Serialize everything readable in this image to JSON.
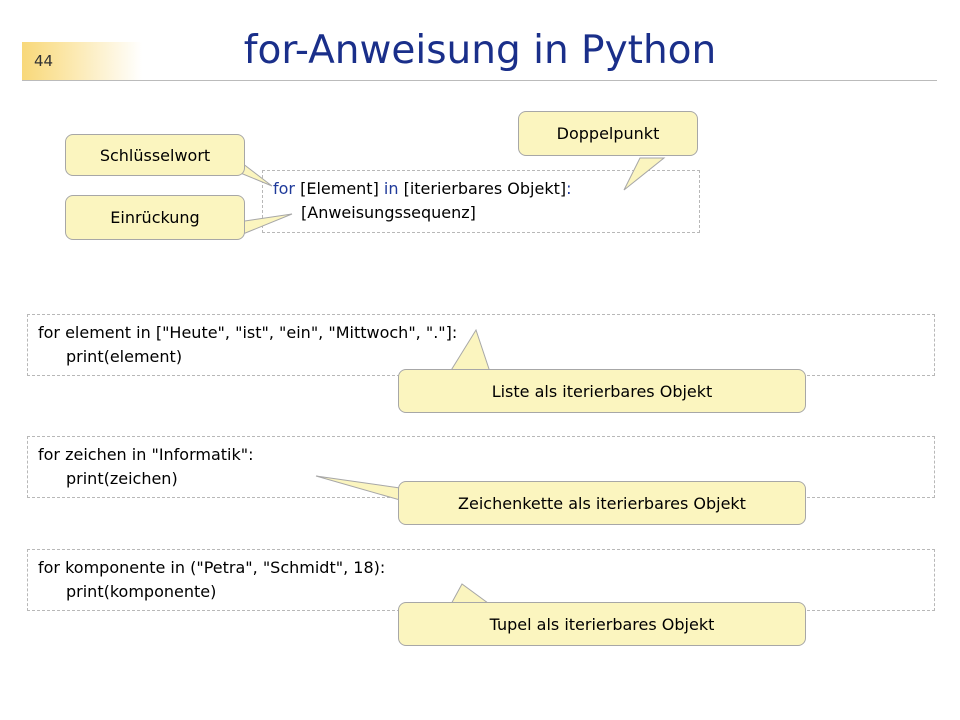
{
  "slide": {
    "page_number": "44",
    "title": "for-Anweisung in Python"
  },
  "syntax": {
    "line1": {
      "for": "for",
      "element": " [Element] ",
      "in": "in",
      "iterable": " [iterierbares Objekt]",
      "colon": ":"
    },
    "line2": "[Anweisungssequenz]"
  },
  "callouts": {
    "keyword": "Schlüsselwort",
    "indent": "Einrückung",
    "colon": "Doppelpunkt",
    "list": "Liste als iterierbares Objekt",
    "string": "Zeichenkette als iterierbares Objekt",
    "tuple": "Tupel als iterierbares Objekt"
  },
  "examples": [
    {
      "line1": "for element in [\"Heute\", \"ist\", \"ein\", \"Mittwoch\", \".\"]:",
      "line2": "print(element)"
    },
    {
      "line1": "for zeichen in \"Informatik\":",
      "line2": "print(zeichen)"
    },
    {
      "line1": "for komponente in (\"Petra\", \"Schmidt\", 18):",
      "line2": "print(komponente)"
    }
  ],
  "colors": {
    "title": "#1a2f8a",
    "keyword": "#1f3a9a",
    "callout_fill": "#fbf5bf",
    "callout_border": "#a7a7a7"
  }
}
